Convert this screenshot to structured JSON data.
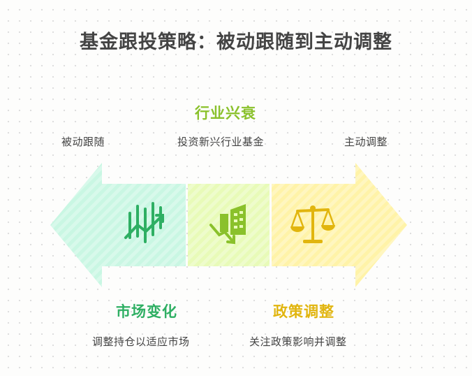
{
  "title": "基金跟投策略：被动跟随到主动调整",
  "top_heading": "行业兴衰",
  "top_labels": {
    "left": "被动跟随",
    "middle": "投资新兴行业基金",
    "right": "主动调整"
  },
  "bottom_left": {
    "heading": "市场变化",
    "desc": "调整持仓以适应市场"
  },
  "bottom_right": {
    "heading": "政策调整",
    "desc": "关注政策影响并调整"
  },
  "colors": {
    "green": "#2eaf63",
    "lime": "#8ac12b",
    "gold": "#e1b50e",
    "mint_fill": "#c9f7e3",
    "lime_fill": "#e8fbb8",
    "yellow_fill": "#fff3a8"
  },
  "icons": [
    "market-chart-icon",
    "industry-building-icon",
    "policy-scale-icon"
  ]
}
